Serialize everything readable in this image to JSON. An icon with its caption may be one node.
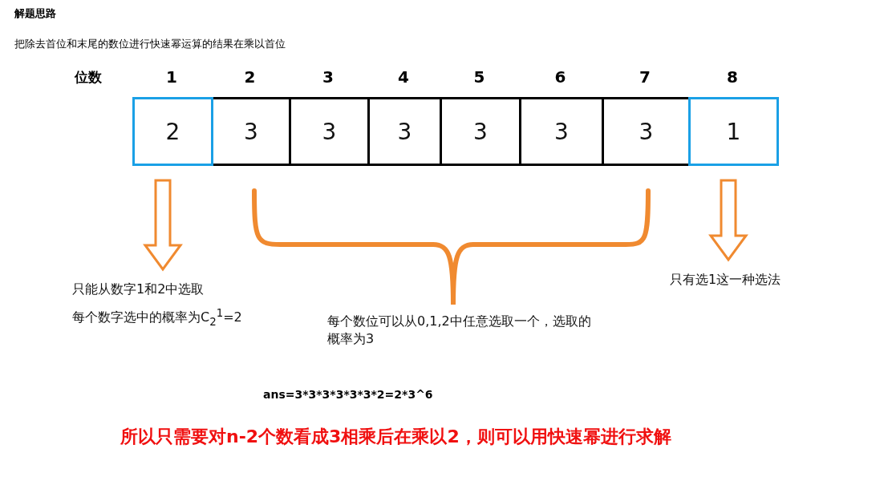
{
  "diagram": {
    "title": "解题思路",
    "nodes": [
      {
        "text": [
          "2"
        ]
      },
      {
        "text": [
          "3"
        ]
      },
      {
        "text": [
          "3"
        ]
      },
      {
        "text": [
          "3"
        ]
      },
      {
        "text": [
          "3"
        ]
      },
      {
        "text": [
          "3"
        ]
      },
      {
        "text": [
          "3"
        ]
      },
      {
        "text": [
          "1"
        ]
      },
      {
        "text": [
          "只能从数字1和2中选取",
          "每个数字选中的概率为C$_{2}$$^{1}$=2"
        ]
      },
      {
        "text": [
          "每个数位可以从0,1,2中任意选取一个，选取的概率为3"
        ]
      },
      {
        "text": [
          "只有选1这一种选法"
        ]
      }
    ],
    "edges": [
      {
        "from": 0,
        "to": 8,
        "arrow": "to"
      },
      {
        "from": 7,
        "to": 10,
        "arrow": "to"
      }
    ],
    "labels": [
      "把除去首位和末尾的数位进行快速幂运算的结果在乘以首位",
      "位数",
      "1",
      "2",
      "3",
      "4",
      "5",
      "6",
      "7",
      "8",
      "ans=3*3*3*3*3*3*2=2*3^6",
      "所以只需要对n-2个数看成3相乘后在乘以2，则可以用快速幂进行求解"
    ]
  }
}
